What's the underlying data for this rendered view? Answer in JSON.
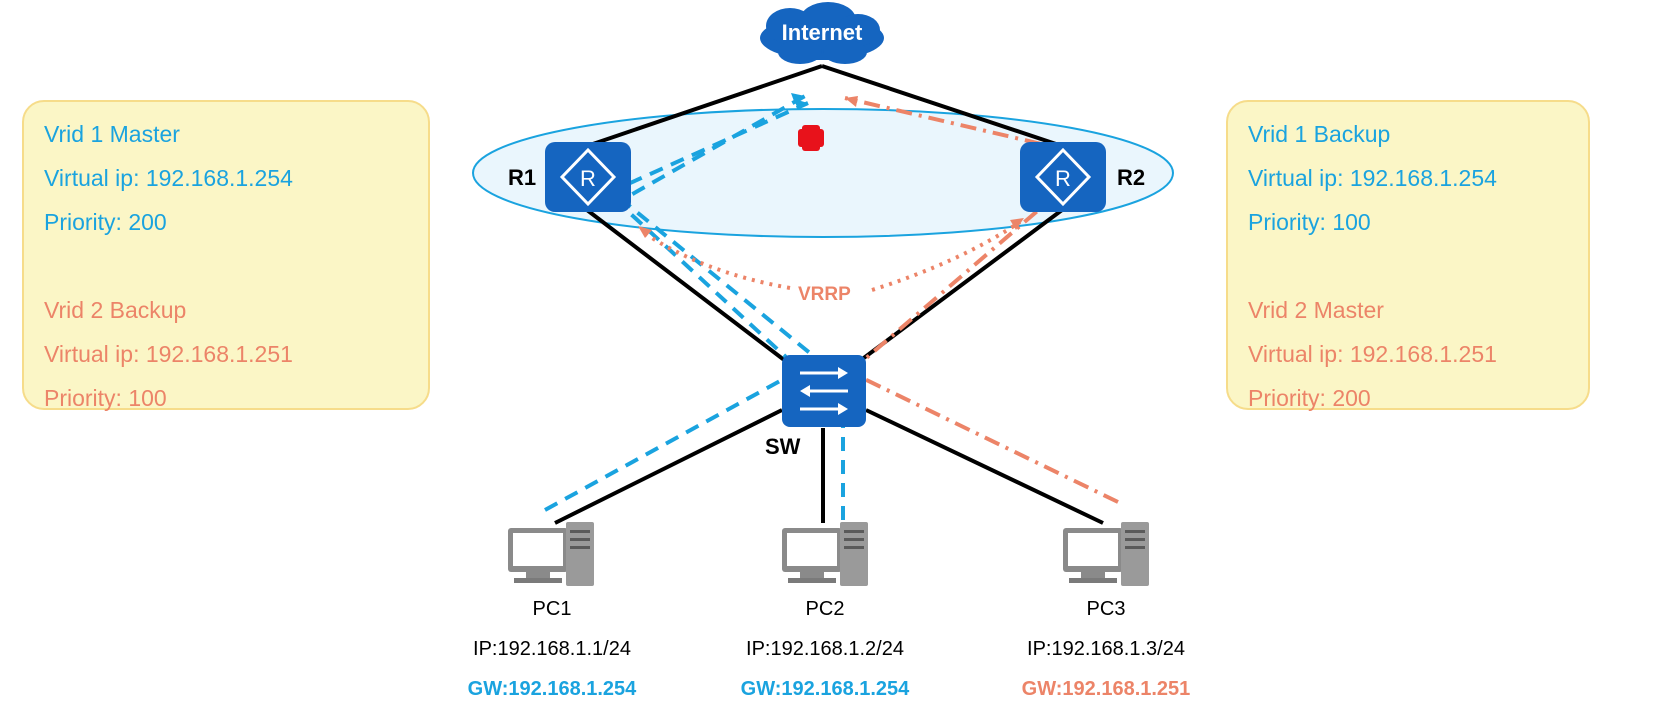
{
  "colors": {
    "vrid1": "#1aa3df",
    "vrid2": "#ec8468",
    "device": "#1565c0",
    "box_fill": "#fbf6c6",
    "box_border": "#f6dc8a",
    "failure": "#e8121b"
  },
  "internet": {
    "label": "Internet",
    "icon": "cloud-icon"
  },
  "routers": [
    {
      "name": "R1",
      "icon": "router-icon"
    },
    {
      "name": "R2",
      "icon": "router-icon"
    }
  ],
  "switch": {
    "name": "SW",
    "icon": "switch-icon"
  },
  "vrrp_label": "VRRP",
  "failure_icon": "red-cross-icon",
  "left_box": {
    "vrid1": {
      "role": "Vrid 1 Master",
      "vip": "Virtual ip: 192.168.1.254",
      "priority": "Priority: 200"
    },
    "vrid2": {
      "role": "Vrid 2 Backup",
      "vip": "Virtual ip: 192.168.1.251",
      "priority": "Priority: 100"
    }
  },
  "right_box": {
    "vrid1": {
      "role": "Vrid 1 Backup",
      "vip": "Virtual ip: 192.168.1.254",
      "priority": "Priority: 100"
    },
    "vrid2": {
      "role": "Vrid 2 Master",
      "vip": "Virtual ip: 192.168.1.251",
      "priority": "Priority: 200"
    }
  },
  "pcs": [
    {
      "name": "PC1",
      "ip": "IP:192.168.1.1/24",
      "gw": "GW:192.168.1.254",
      "icon": "computer-icon"
    },
    {
      "name": "PC2",
      "ip": "IP:192.168.1.2/24",
      "gw": "GW:192.168.1.254",
      "icon": "computer-icon"
    },
    {
      "name": "PC3",
      "ip": "IP:192.168.1.3/24",
      "gw": "GW:192.168.1.251",
      "icon": "computer-icon"
    }
  ]
}
